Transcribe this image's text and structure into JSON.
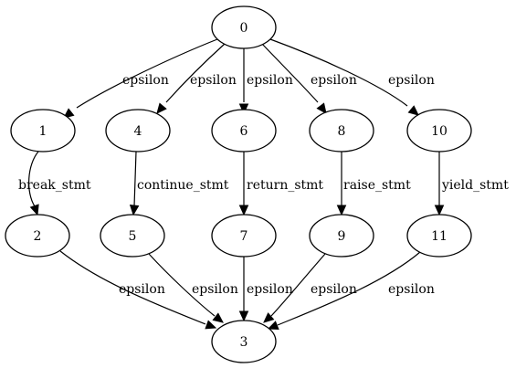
{
  "graph": {
    "nodes": [
      {
        "id": "0",
        "label": "0"
      },
      {
        "id": "1",
        "label": "1"
      },
      {
        "id": "4",
        "label": "4"
      },
      {
        "id": "6",
        "label": "6"
      },
      {
        "id": "8",
        "label": "8"
      },
      {
        "id": "10",
        "label": "10"
      },
      {
        "id": "2",
        "label": "2"
      },
      {
        "id": "5",
        "label": "5"
      },
      {
        "id": "7",
        "label": "7"
      },
      {
        "id": "9",
        "label": "9"
      },
      {
        "id": "11",
        "label": "11"
      },
      {
        "id": "3",
        "label": "3"
      }
    ],
    "edges": [
      {
        "from": "0",
        "to": "1",
        "label": "epsilon"
      },
      {
        "from": "0",
        "to": "4",
        "label": "epsilon"
      },
      {
        "from": "0",
        "to": "6",
        "label": "epsilon"
      },
      {
        "from": "0",
        "to": "8",
        "label": "epsilon"
      },
      {
        "from": "0",
        "to": "10",
        "label": "epsilon"
      },
      {
        "from": "1",
        "to": "2",
        "label": "break_stmt"
      },
      {
        "from": "4",
        "to": "5",
        "label": "continue_stmt"
      },
      {
        "from": "6",
        "to": "7",
        "label": "return_stmt"
      },
      {
        "from": "8",
        "to": "9",
        "label": "raise_stmt"
      },
      {
        "from": "10",
        "to": "11",
        "label": "yield_stmt"
      },
      {
        "from": "2",
        "to": "3",
        "label": "epsilon"
      },
      {
        "from": "5",
        "to": "3",
        "label": "epsilon"
      },
      {
        "from": "7",
        "to": "3",
        "label": "epsilon"
      },
      {
        "from": "9",
        "to": "3",
        "label": "epsilon"
      },
      {
        "from": "11",
        "to": "3",
        "label": "epsilon"
      }
    ]
  }
}
